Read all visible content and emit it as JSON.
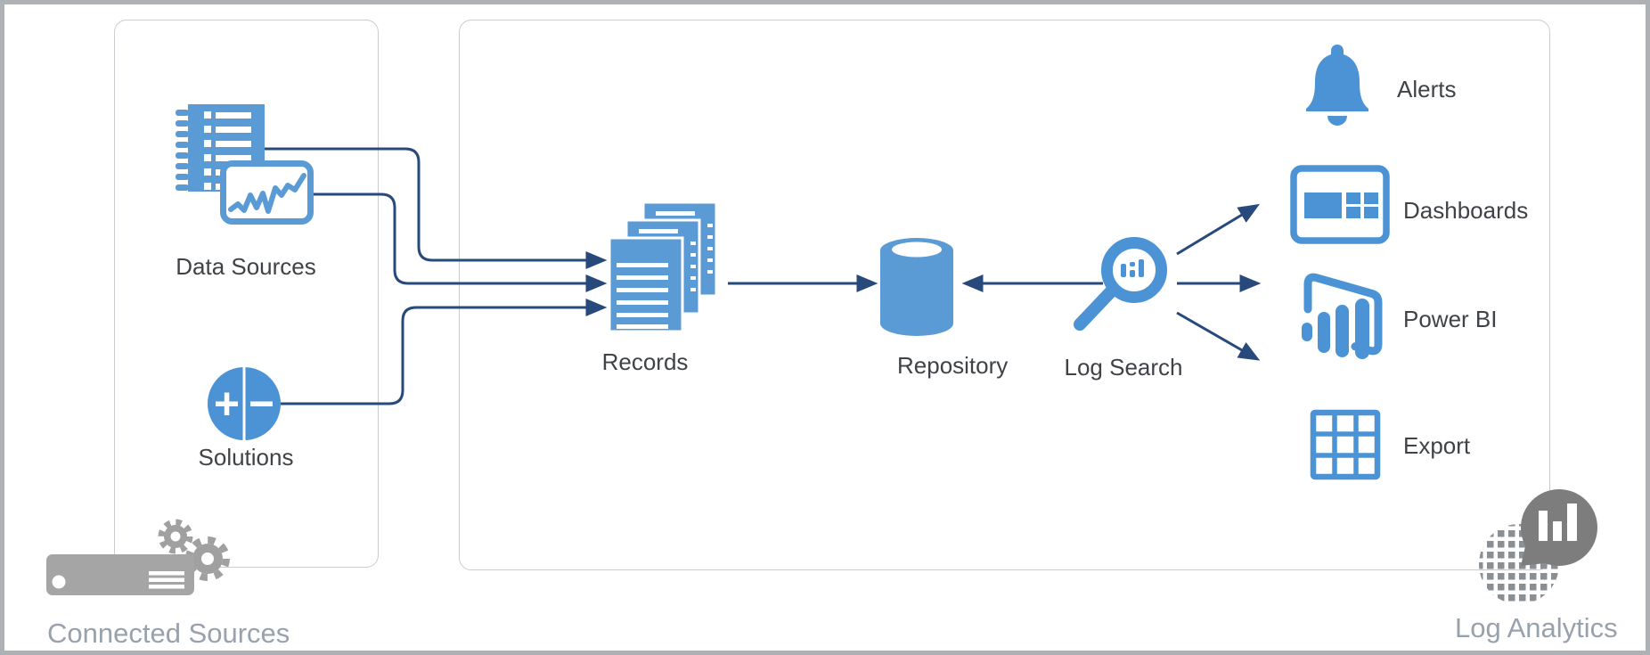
{
  "diagram": {
    "title_hint": "Log Analytics data flow diagram",
    "connected_sources_box": {
      "caption": "Connected Sources",
      "nodes": [
        {
          "id": "data-sources",
          "label": "Data Sources"
        },
        {
          "id": "solutions",
          "label": "Solutions"
        }
      ]
    },
    "log_analytics_box": {
      "caption": "Log Analytics",
      "nodes": [
        {
          "id": "records",
          "label": "Records"
        },
        {
          "id": "repository",
          "label": "Repository"
        },
        {
          "id": "log-search",
          "label": "Log Search"
        }
      ],
      "outputs": [
        {
          "id": "alerts",
          "label": "Alerts",
          "icon": "bell-icon"
        },
        {
          "id": "dashboards",
          "label": "Dashboards",
          "icon": "dashboard-tiles-icon"
        },
        {
          "id": "power-bi",
          "label": "Power BI",
          "icon": "power-bi-bars-icon"
        },
        {
          "id": "export",
          "label": "Export",
          "icon": "table-grid-icon"
        }
      ]
    },
    "flows": [
      "data-sources -> records",
      "data-sources-chart -> records",
      "solutions -> records",
      "records -> repository",
      "log-search -> repository",
      "log-search -> dashboards",
      "log-search -> power-bi",
      "log-search -> export"
    ],
    "colors": {
      "icon_blue": "#5b9bd5",
      "icon_blue_bright": "#4b93d5",
      "arrow_navy": "#27497b",
      "box_border": "#c9ccd0",
      "frame_border": "#aeb2b5",
      "node_label": "#3f4347",
      "caption_gray": "#98a2ad",
      "server_gray": "#a5a5a5",
      "logo_gray": "#7d7d7d"
    }
  }
}
